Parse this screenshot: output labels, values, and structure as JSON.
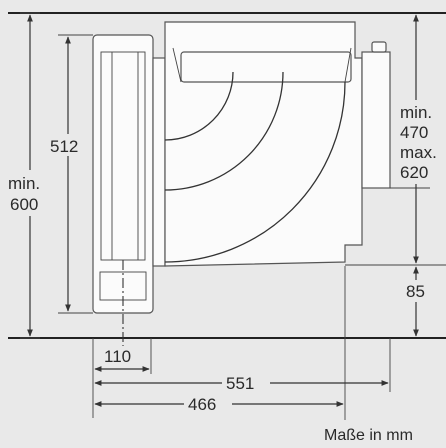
{
  "dimensions": {
    "height_min_label": "min.",
    "height_min_value": "600",
    "device_height": "512",
    "right_min_label": "min.",
    "right_min_value": "470",
    "right_max_label": "max.",
    "right_max_value": "620",
    "right_bottom": "85",
    "width_110": "110",
    "width_551": "551",
    "width_466": "466"
  },
  "footer": {
    "units": "Maße in mm"
  }
}
